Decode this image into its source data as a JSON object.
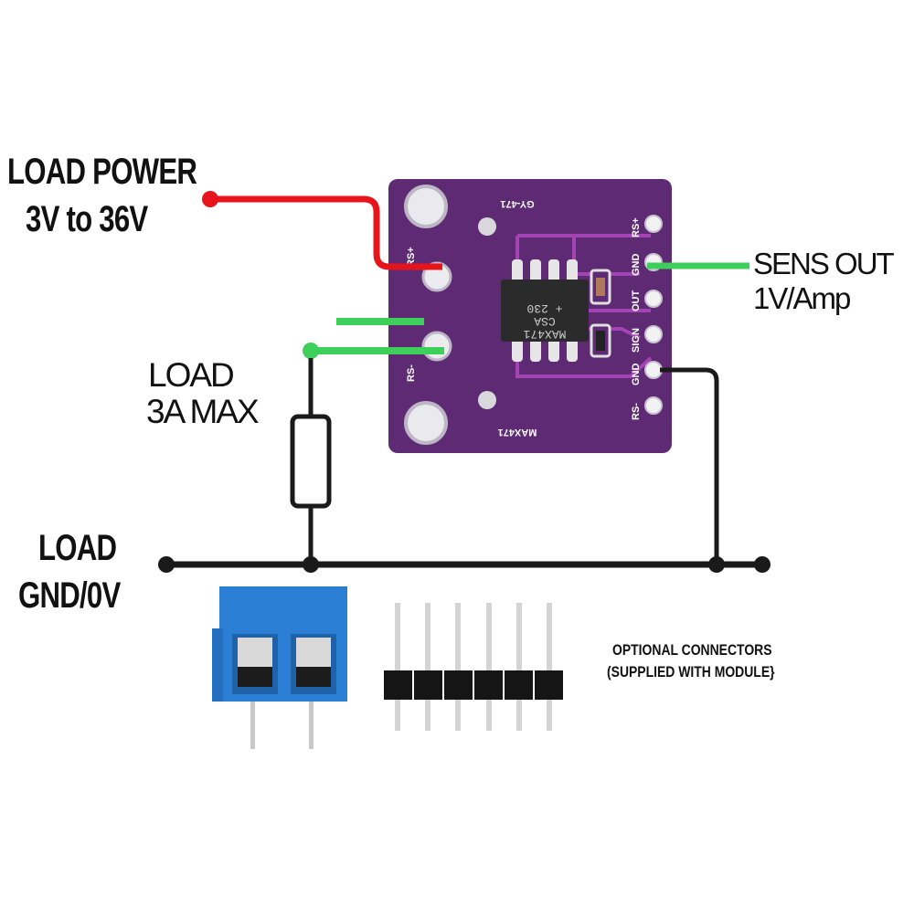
{
  "labels": {
    "load_power": {
      "line1": "LOAD POWER",
      "line2": "3V to 36V"
    },
    "load": {
      "line1": "LOAD",
      "line2": "3A MAX"
    },
    "load_gnd": {
      "line1": "LOAD",
      "line2": "GND/0V"
    },
    "sens_out": {
      "line1": "SENS OUT",
      "line2": "1V/Amp"
    },
    "optional": {
      "line1": "OPTIONAL CONNECTORS",
      "line2": "(SUPPLIED WITH MODULE}"
    }
  },
  "board": {
    "top_silk": "GY-471",
    "bottom_silk": "MAX471",
    "left_pads": [
      "RS+",
      "RS-"
    ],
    "right_pins": [
      "RS+",
      "GND",
      "OUT",
      "SIGN",
      "GND",
      "RS-"
    ],
    "chip": {
      "line1": "MAX471",
      "line2": "CSA",
      "line3": "+ 230"
    }
  },
  "colors": {
    "power_wire": "#e8141b",
    "sense_wire": "#3ecf5a",
    "ground_wire": "#1a1a1a",
    "pcb": "#5e2a73",
    "trace": "#9b3aa8",
    "terminal_block": "#2a7fd4",
    "header": "#151515"
  },
  "components": {
    "terminal_block": "2-pin screw terminal",
    "pin_header": "6-pin male header"
  }
}
